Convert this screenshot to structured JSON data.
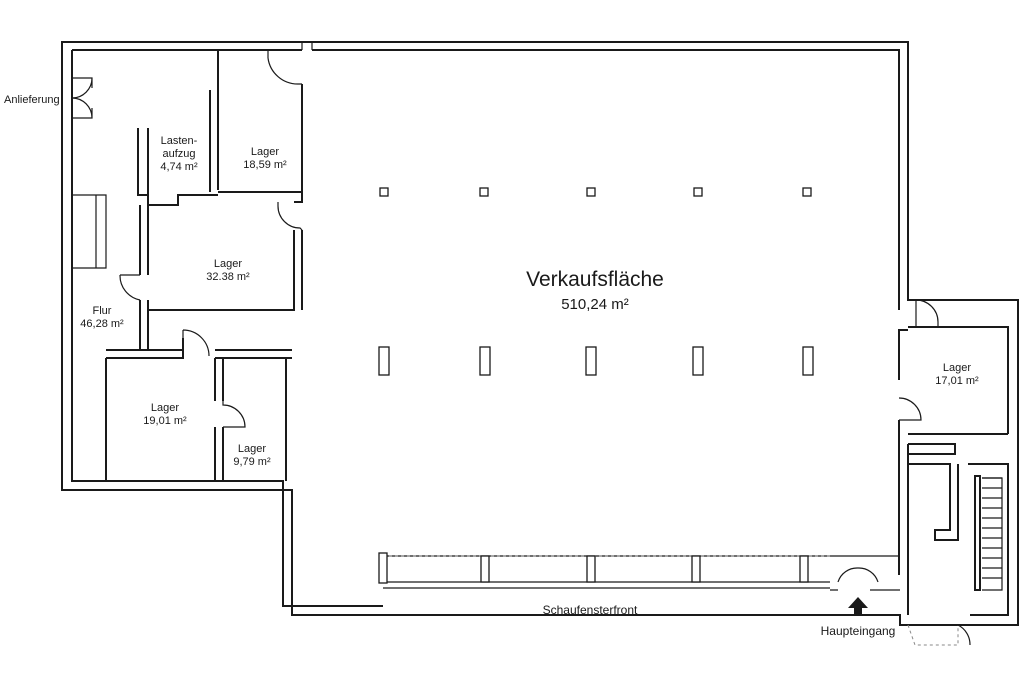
{
  "main_area": {
    "name": "Verkaufsfläche",
    "area": "510,24 m²"
  },
  "rooms": {
    "lastenaufzug": {
      "name_line1": "Lasten-",
      "name_line2": "aufzug",
      "area": "4,74 m²"
    },
    "lager_1": {
      "name": "Lager",
      "area": "18,59 m²"
    },
    "lager_2": {
      "name": "Lager",
      "area": "32.38 m²"
    },
    "flur": {
      "name": "Flur",
      "area": "46,28 m²"
    },
    "lager_3": {
      "name": "Lager",
      "area": "19,01 m²"
    },
    "lager_4": {
      "name": "Lager",
      "area": "9,79 m²"
    },
    "lager_5": {
      "name": "Lager",
      "area": "17,01 m²"
    }
  },
  "labels": {
    "delivery": "Anlieferung",
    "shopfront": "Schaufensterfront",
    "main_entrance": "Haupteingang"
  }
}
